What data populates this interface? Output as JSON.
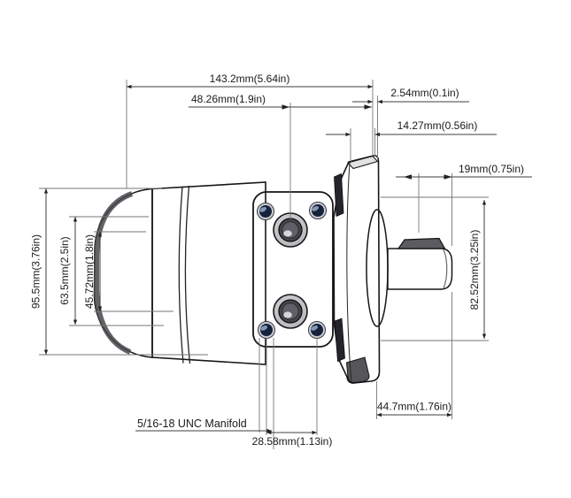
{
  "dims": {
    "total_length": "143.2mm(5.64in)",
    "port_to_flange": "48.26mm(1.9in)",
    "flange_lip": "2.54mm(0.1in)",
    "flange_thickness": "14.27mm(0.56in)",
    "key_length": "19mm(0.75in)",
    "flange_height": "82.52mm(3.25in)",
    "shaft_length": "44.7mm(1.76in)",
    "port_hole_spacing": "28.58mm(1.13in)",
    "body_height": "95.5mm(3.76in)",
    "body_mid_height": "63.5mm(2.5in)",
    "body_inner_height": "45.72mm(1.8in)",
    "manifold_thread_note": "5/16-18 UNC Manifold"
  }
}
